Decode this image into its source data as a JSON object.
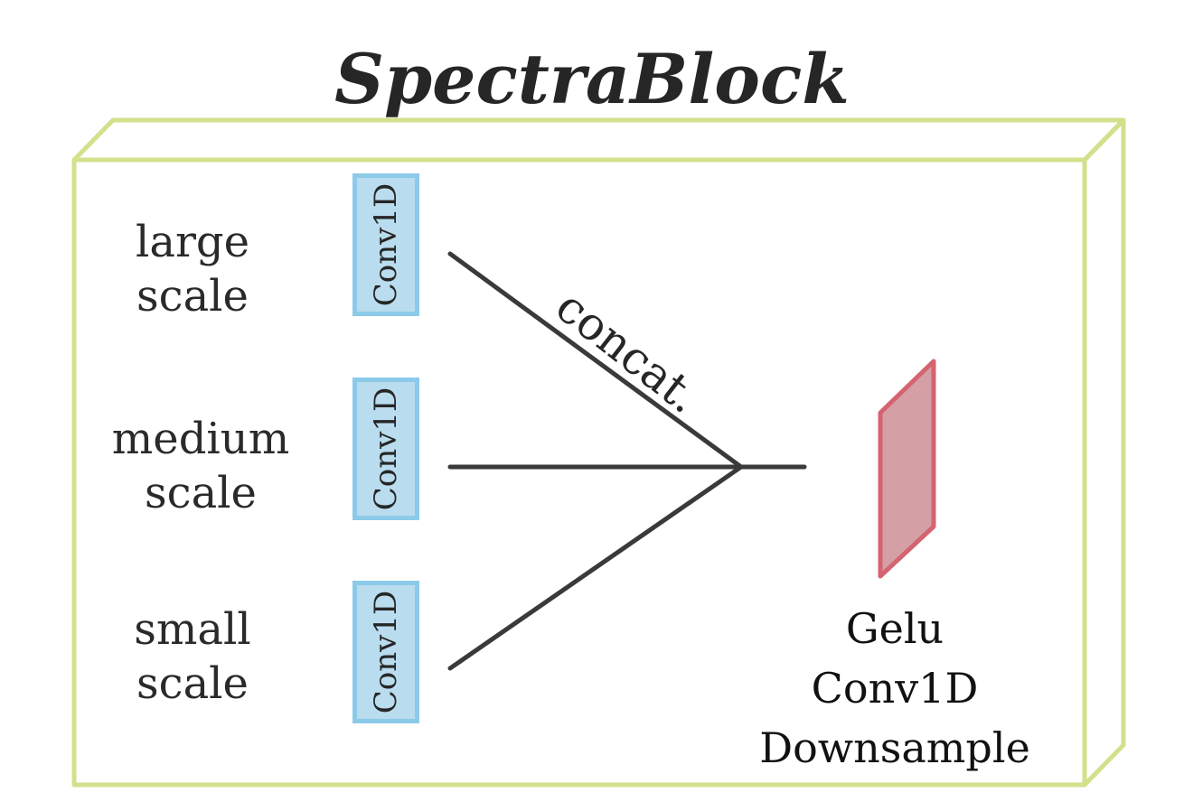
{
  "title": "SpectraBlock",
  "colors": {
    "frame": "#d3e08c",
    "conv_fill": "#b9dcee",
    "conv_border": "#8ccaea",
    "line": "#3a3a3a",
    "output_fill": "#d4a0a6",
    "output_border": "#d46470"
  },
  "branches": [
    {
      "scale_line1": "large",
      "scale_line2": "scale",
      "conv": "Conv1D"
    },
    {
      "scale_line1": "medium",
      "scale_line2": "scale",
      "conv": "Conv1D"
    },
    {
      "scale_line1": "small",
      "scale_line2": "scale",
      "conv": "Conv1D"
    }
  ],
  "concat_label": "concat.",
  "output": {
    "line1": "Gelu",
    "line2": "Conv1D",
    "line3": "Downsample"
  }
}
